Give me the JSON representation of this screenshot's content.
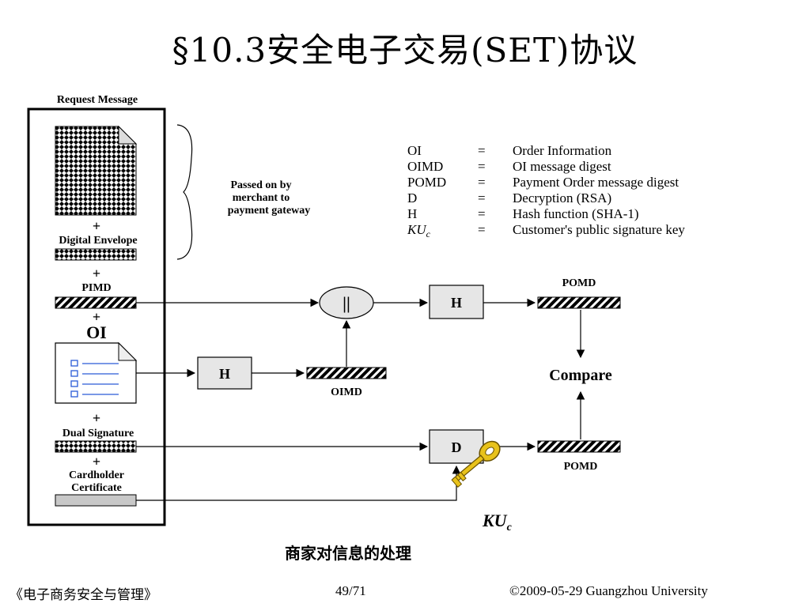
{
  "slide": {
    "title": "§10.3安全电子交易(SET)协议",
    "caption": "商家对信息的处理"
  },
  "diagram": {
    "request_title": "Request Message",
    "plus": "+",
    "digital_envelope": "Digital Envelope",
    "pimd": "PIMD",
    "oi": "OI",
    "dual_signature": "Dual Signature",
    "cardholder": "Cardholder",
    "certificate": "Certificate",
    "passed_line1": "Passed on by",
    "passed_line2": "merchant to",
    "passed_line3": "payment gateway",
    "concat_symbol": "||",
    "hash_label": "H",
    "decrypt_label": "D",
    "pomd_top": "POMD",
    "pomd_bottom": "POMD",
    "oimd": "OIMD",
    "compare": "Compare",
    "key_label": "KU",
    "key_sub": "c"
  },
  "legend": [
    {
      "abbr": "OI",
      "eq": "=",
      "desc": "Order Information"
    },
    {
      "abbr": "OIMD",
      "eq": "=",
      "desc": "OI message digest"
    },
    {
      "abbr": "POMD",
      "eq": "=",
      "desc": "Payment Order message digest"
    },
    {
      "abbr": "D",
      "eq": "=",
      "desc": "Decryption (RSA)"
    },
    {
      "abbr": "H",
      "eq": "=",
      "desc": "Hash function (SHA-1)"
    },
    {
      "abbr": "KU",
      "abbr_sub": "c",
      "eq": "=",
      "desc": "Customer's public signature key"
    }
  ],
  "footer": {
    "course": "《电子商务安全与管理》",
    "page": "49/71",
    "copyright": "©2009-05-29  Guangzhou University"
  },
  "colors": {
    "box_fill": "#e6e6e6",
    "key_gold": "#e8c21a",
    "cert_fill": "#c8c8c8"
  }
}
